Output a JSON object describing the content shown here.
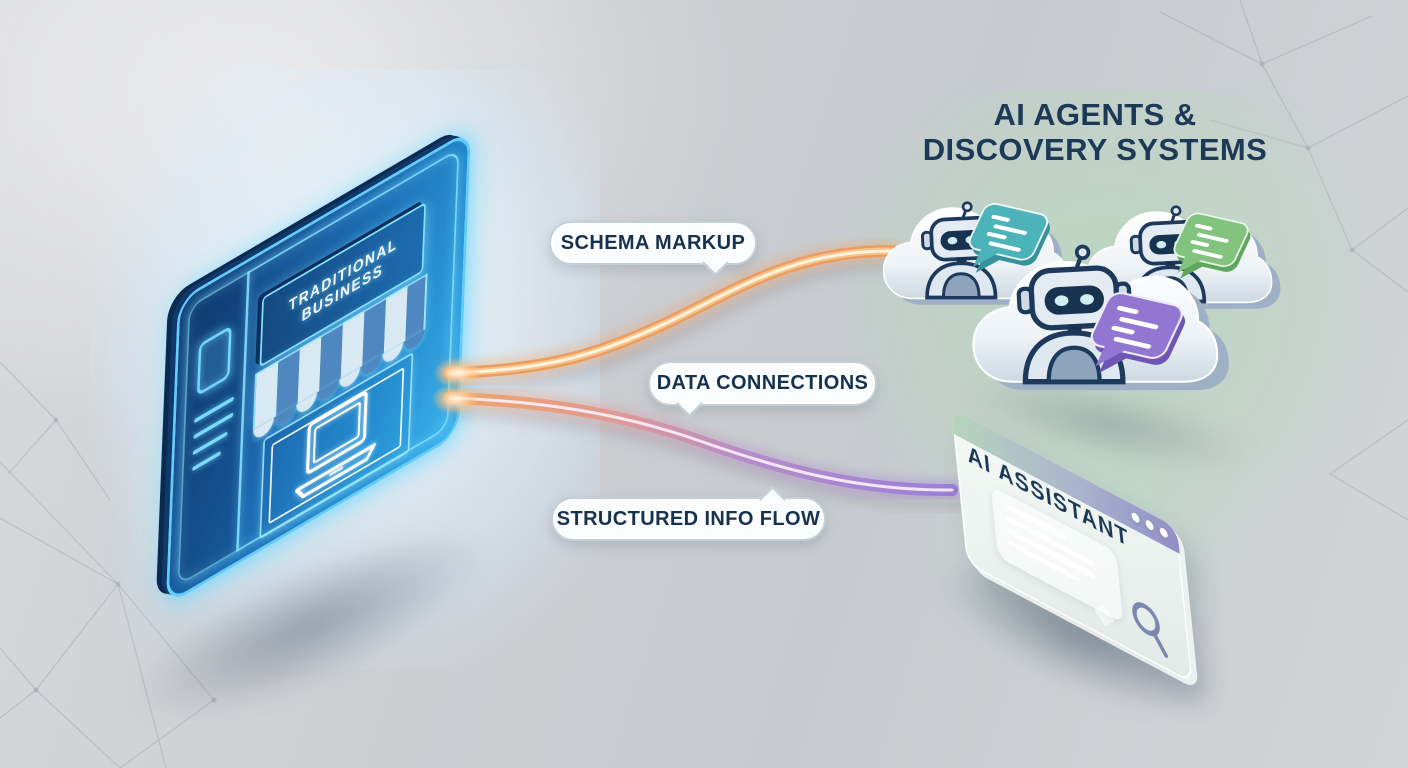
{
  "title": {
    "line1": "AI AGENTS &",
    "line2": "DISCOVERY SYSTEMS",
    "text_color": "#1c3a57"
  },
  "storefront": {
    "sign_line1": "TRADITIONAL",
    "sign_line2": "BUSINESS",
    "screen_color": "#1e6cb4",
    "glow_color": "#63cdf8"
  },
  "connections": {
    "schema_markup": {
      "label": "SCHEMA MARKUP",
      "cable_color": "#ec9c5e",
      "cable_core_color": "#fff3da"
    },
    "data_connections": {
      "label": "DATA CONNECTIONS"
    },
    "structured_info_flow": {
      "label": "STRUCTURED INFO FLOW",
      "gradient_start": "#f0a468",
      "gradient_end": "#9c7fd8",
      "cable_core_color": "#f7ecf6"
    }
  },
  "agents": {
    "cloud_count": 3,
    "bubble_colors": {
      "left": "#4db3ba",
      "center": "#9177d2",
      "right": "#82c47e"
    }
  },
  "ai_window": {
    "title": "AI ASSISTANT",
    "topbar_start": "#b7d4bd",
    "topbar_end": "#918ec6",
    "dot_count": 3
  },
  "background": {
    "base_color": "#cbcdd1",
    "agents_glow_color": "#b7d8bc"
  },
  "icons": [
    "cloud-icon",
    "robot-icon",
    "chat-bubble-icon",
    "laptop-icon",
    "awning-icon",
    "storefront-sign",
    "search-icon",
    "window-dots-icon",
    "network-pattern"
  ]
}
